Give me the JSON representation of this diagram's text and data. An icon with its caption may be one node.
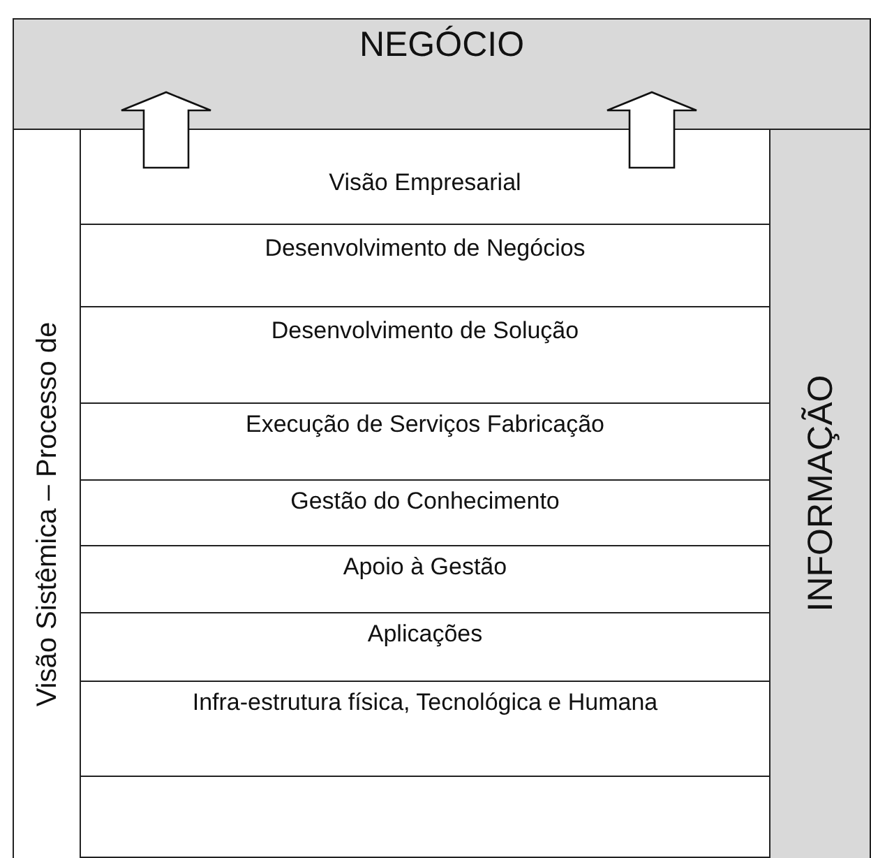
{
  "diagram": {
    "nodes": [
      {
        "text": [
          "NEGÓCIO"
        ]
      },
      {
        "text": [
          "Visão Sistêmica – Processo de"
        ]
      },
      {
        "text": [
          "INFORMAÇÃO"
        ]
      },
      {
        "text": [
          "Visão Empresarial"
        ]
      },
      {
        "text": [
          "Desenvolvimento de Negócios"
        ]
      },
      {
        "text": [
          "Desenvolvimento de Solução"
        ]
      },
      {
        "text": [
          "Execução de Serviços Fabricação"
        ]
      },
      {
        "text": [
          "Gestão do Conhecimento"
        ]
      },
      {
        "text": [
          "Apoio à Gestão"
        ]
      },
      {
        "text": [
          "Aplicações"
        ]
      },
      {
        "text": [
          "Infra-estrutura física, Tecnológica e Humana"
        ]
      },
      {
        "text": [],
        "shape": "box"
      }
    ],
    "edges": [
      {
        "from": 3,
        "to": 0,
        "arrow": "to"
      },
      {
        "from": 3,
        "to": 0,
        "arrow": "to"
      }
    ]
  }
}
